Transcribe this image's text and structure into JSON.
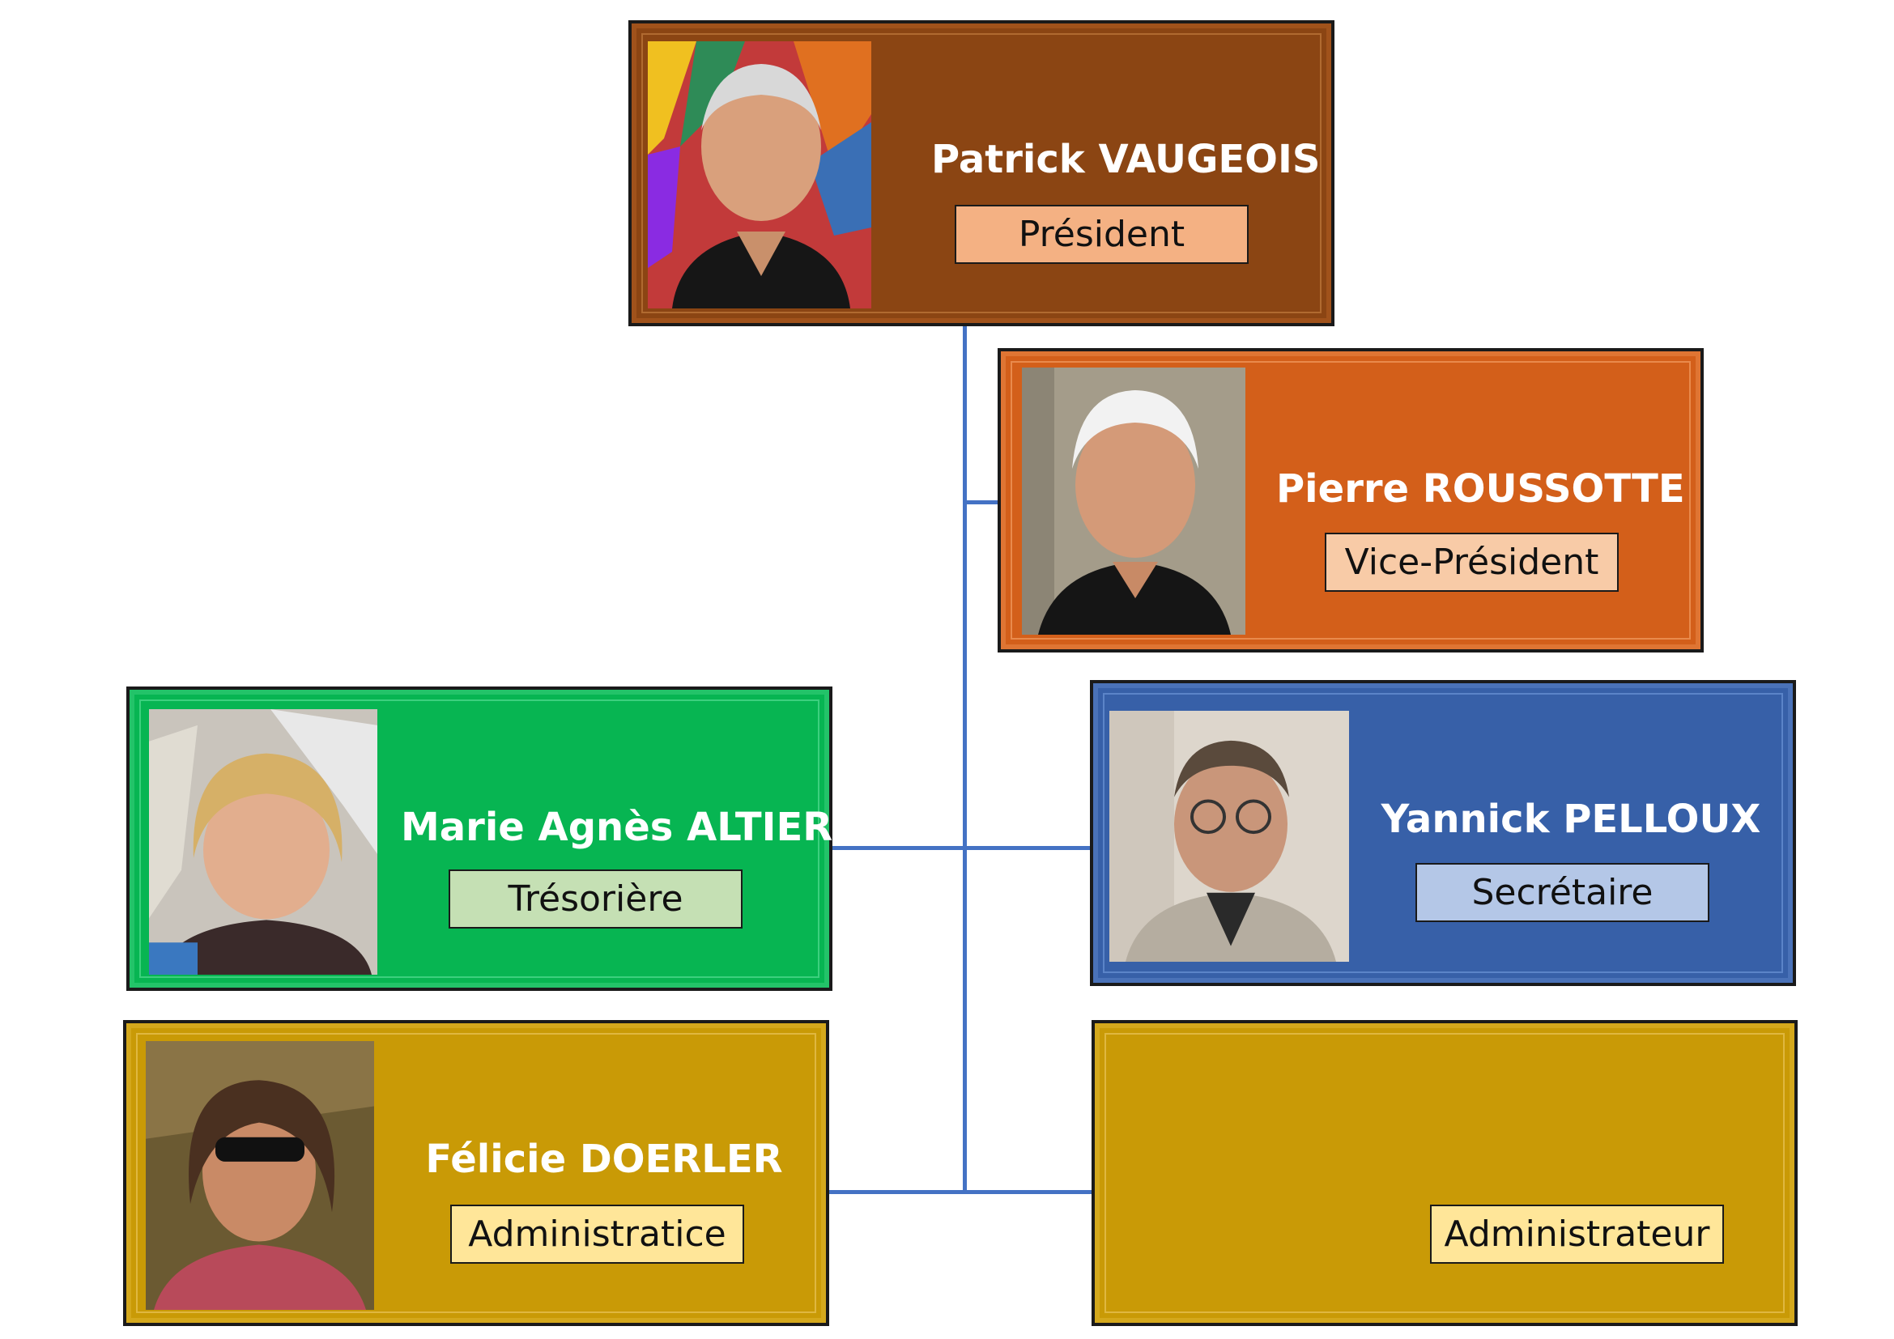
{
  "members": [
    {
      "name": "Patrick VAUGEOIS",
      "role": "Président",
      "photo_icon": "portrait-photo"
    },
    {
      "name": "Pierre ROUSSOTTE",
      "role": "Vice-Président",
      "photo_icon": "portrait-photo"
    },
    {
      "name": "Marie Agnès ALTIER",
      "role": "Trésorière",
      "photo_icon": "portrait-photo"
    },
    {
      "name": "Yannick PELLOUX",
      "role": "Secrétaire",
      "photo_icon": "portrait-photo"
    },
    {
      "name": "Félicie DOERLER",
      "role": "Administratice",
      "photo_icon": "portrait-photo"
    },
    {
      "name": "",
      "role": "Administrateur"
    }
  ],
  "colors": {
    "president": "#8b4513",
    "vice": "#d35f1a",
    "tresoriere": "#07b552",
    "secretaire": "#3760a8",
    "admin": "#c99a06",
    "connector": "#4472c4"
  }
}
